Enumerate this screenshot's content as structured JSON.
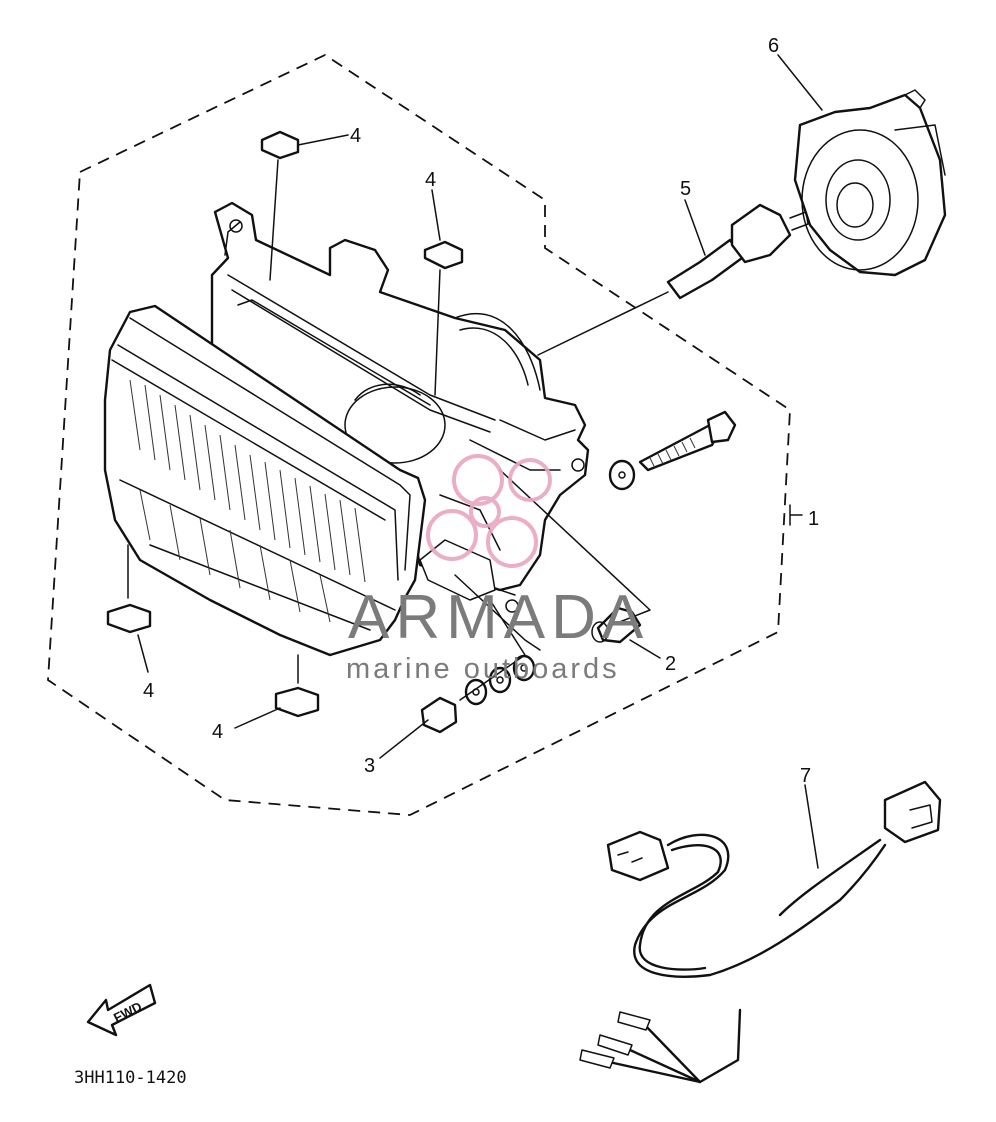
{
  "diagram": {
    "callouts": {
      "part_1": "1",
      "part_2": "2",
      "part_3": "3",
      "part_4_a": "4",
      "part_4_b": "4",
      "part_4_c": "4",
      "part_4_d": "4",
      "part_5": "5",
      "part_6": "6",
      "part_7": "7"
    },
    "forward_arrow_label": "FWD",
    "drawing_code": "3HH110-1420"
  },
  "watermark": {
    "brand": "ARMADA",
    "tagline": "marine outboards",
    "color_text": "#7b7b7b",
    "color_logo": "#e8a6c0"
  }
}
